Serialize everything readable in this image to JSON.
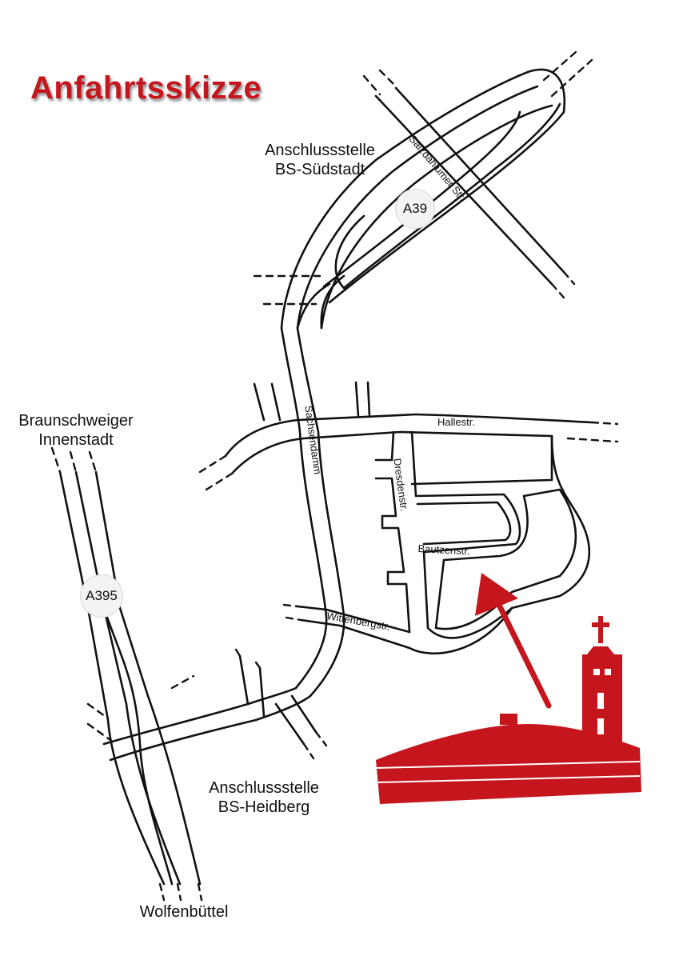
{
  "title": "Anfahrtsskizze",
  "places": {
    "anschluss_suedstadt": [
      "Anschlussstelle",
      "BS-Südstadt"
    ],
    "innenstadt": [
      "Braunschweiger",
      "Innenstadt"
    ],
    "anschluss_heidberg": [
      "Anschlussstelle",
      "BS-Heidberg"
    ],
    "wolfenbuettel": "Wolfenbüttel"
  },
  "highways": {
    "a39": "A39",
    "a395": "A395"
  },
  "streets": {
    "salzdahlumer": "Salzdahlumer Str.",
    "sachsendamm": "Sachsendamm",
    "hallestr": "Hallestr.",
    "dresdenstr": "Dresdenstr.",
    "bautzenstr": "Bautzenstr.",
    "wittenbergstr": "Wittenbergstr."
  },
  "colors": {
    "accent": "#c4161c",
    "road": "#111111",
    "background": "#ffffff"
  },
  "icons": {
    "destination": "church-icon",
    "direction": "arrow-icon"
  }
}
